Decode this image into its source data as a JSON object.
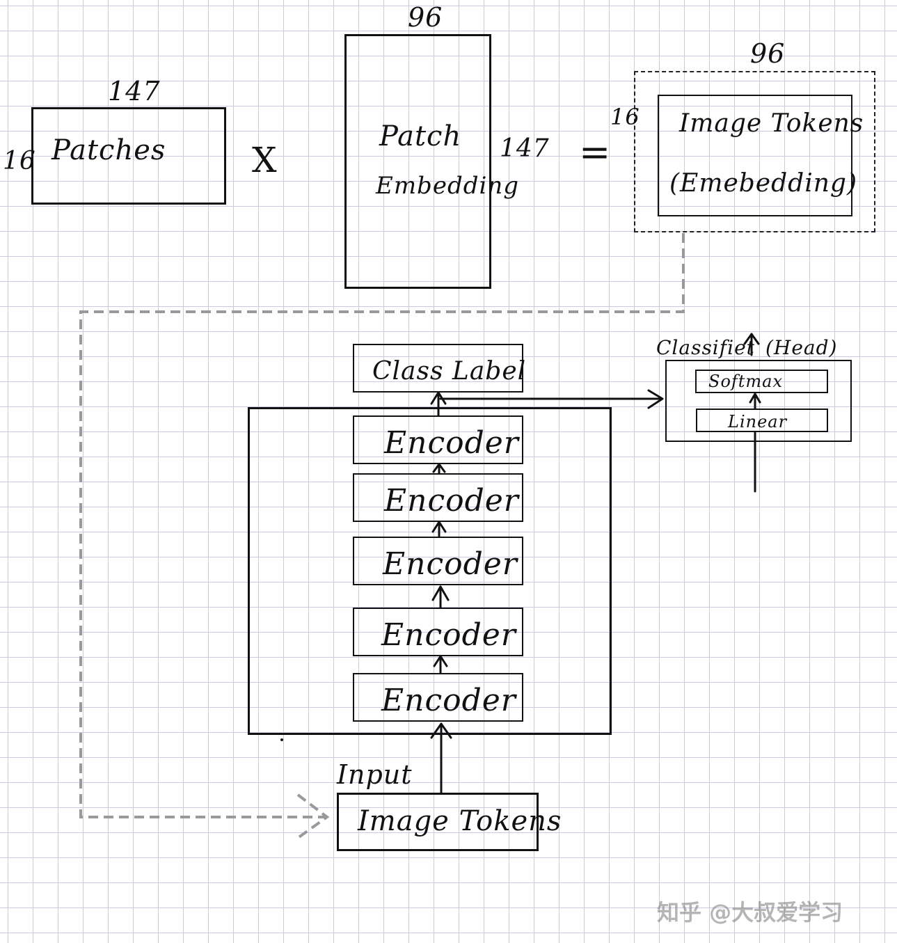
{
  "top_row": {
    "patches": {
      "label": "Patches",
      "width_dim": "147",
      "height_dim": "16"
    },
    "times": "X",
    "patch_embedding": {
      "line1": "Patch",
      "line2": "Embedding",
      "width_dim": "96",
      "height_dim": "147"
    },
    "equals": "=",
    "image_tokens_embedding": {
      "line1": "Image Tokens",
      "line2": "(Emebedding)",
      "width_dim": "96",
      "height_dim": "16"
    }
  },
  "vit": {
    "class_label": "Class Label",
    "encoders": [
      "Encoder",
      "Encoder",
      "Encoder",
      "Encoder",
      "Encoder"
    ],
    "input_label": "Input",
    "input_box": "Image Tokens"
  },
  "head": {
    "title": "Classifiet",
    "title_suffix": "(Head)",
    "softmax": "Softmax",
    "linear": "Linear"
  },
  "watermark": "知乎 @大叔爱学习"
}
